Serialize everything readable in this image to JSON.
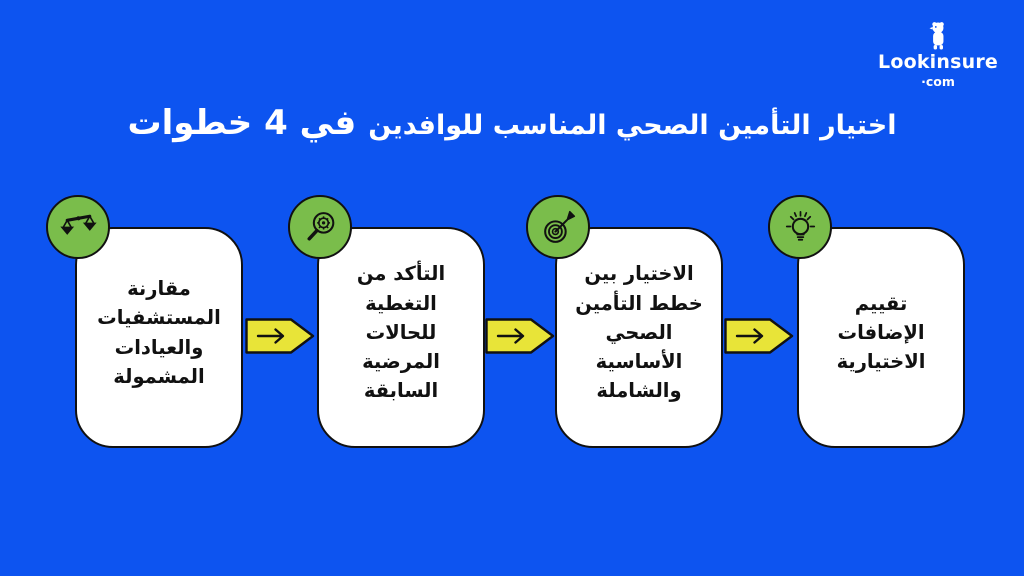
{
  "logo": {
    "brand": "Lookinsure",
    "tld": "·com",
    "mascot_icon": "meerkat-mascot-icon"
  },
  "title": {
    "main": "اختيار التأمين الصحي المناسب للوافدين",
    "bold": "في 4 خطوات"
  },
  "steps": [
    {
      "icon": "scales-icon",
      "text": "مقارنة\nالمستشفيات\nوالعيادات\nالمشمولة"
    },
    {
      "icon": "magnifier-gear-icon",
      "text": "التأكد من\nالتغطية\nللحالات\nالمرضية\nالسابقة"
    },
    {
      "icon": "target-dart-icon",
      "text": "الاختيار بين\nخطط التأمين\nالصحي\nالأساسية\nوالشاملة"
    },
    {
      "icon": "lightbulb-icon",
      "text": "تقييم\nالإضافات\nالاختيارية"
    }
  ],
  "connector": {
    "icon": "arrow-right-icon"
  },
  "colors": {
    "background": "#0d54f0",
    "card": "#ffffff",
    "circle": "#7abd4b",
    "arrow": "#e8e438",
    "outline": "#111111",
    "title_text": "#ffffff",
    "card_text": "#111111"
  }
}
